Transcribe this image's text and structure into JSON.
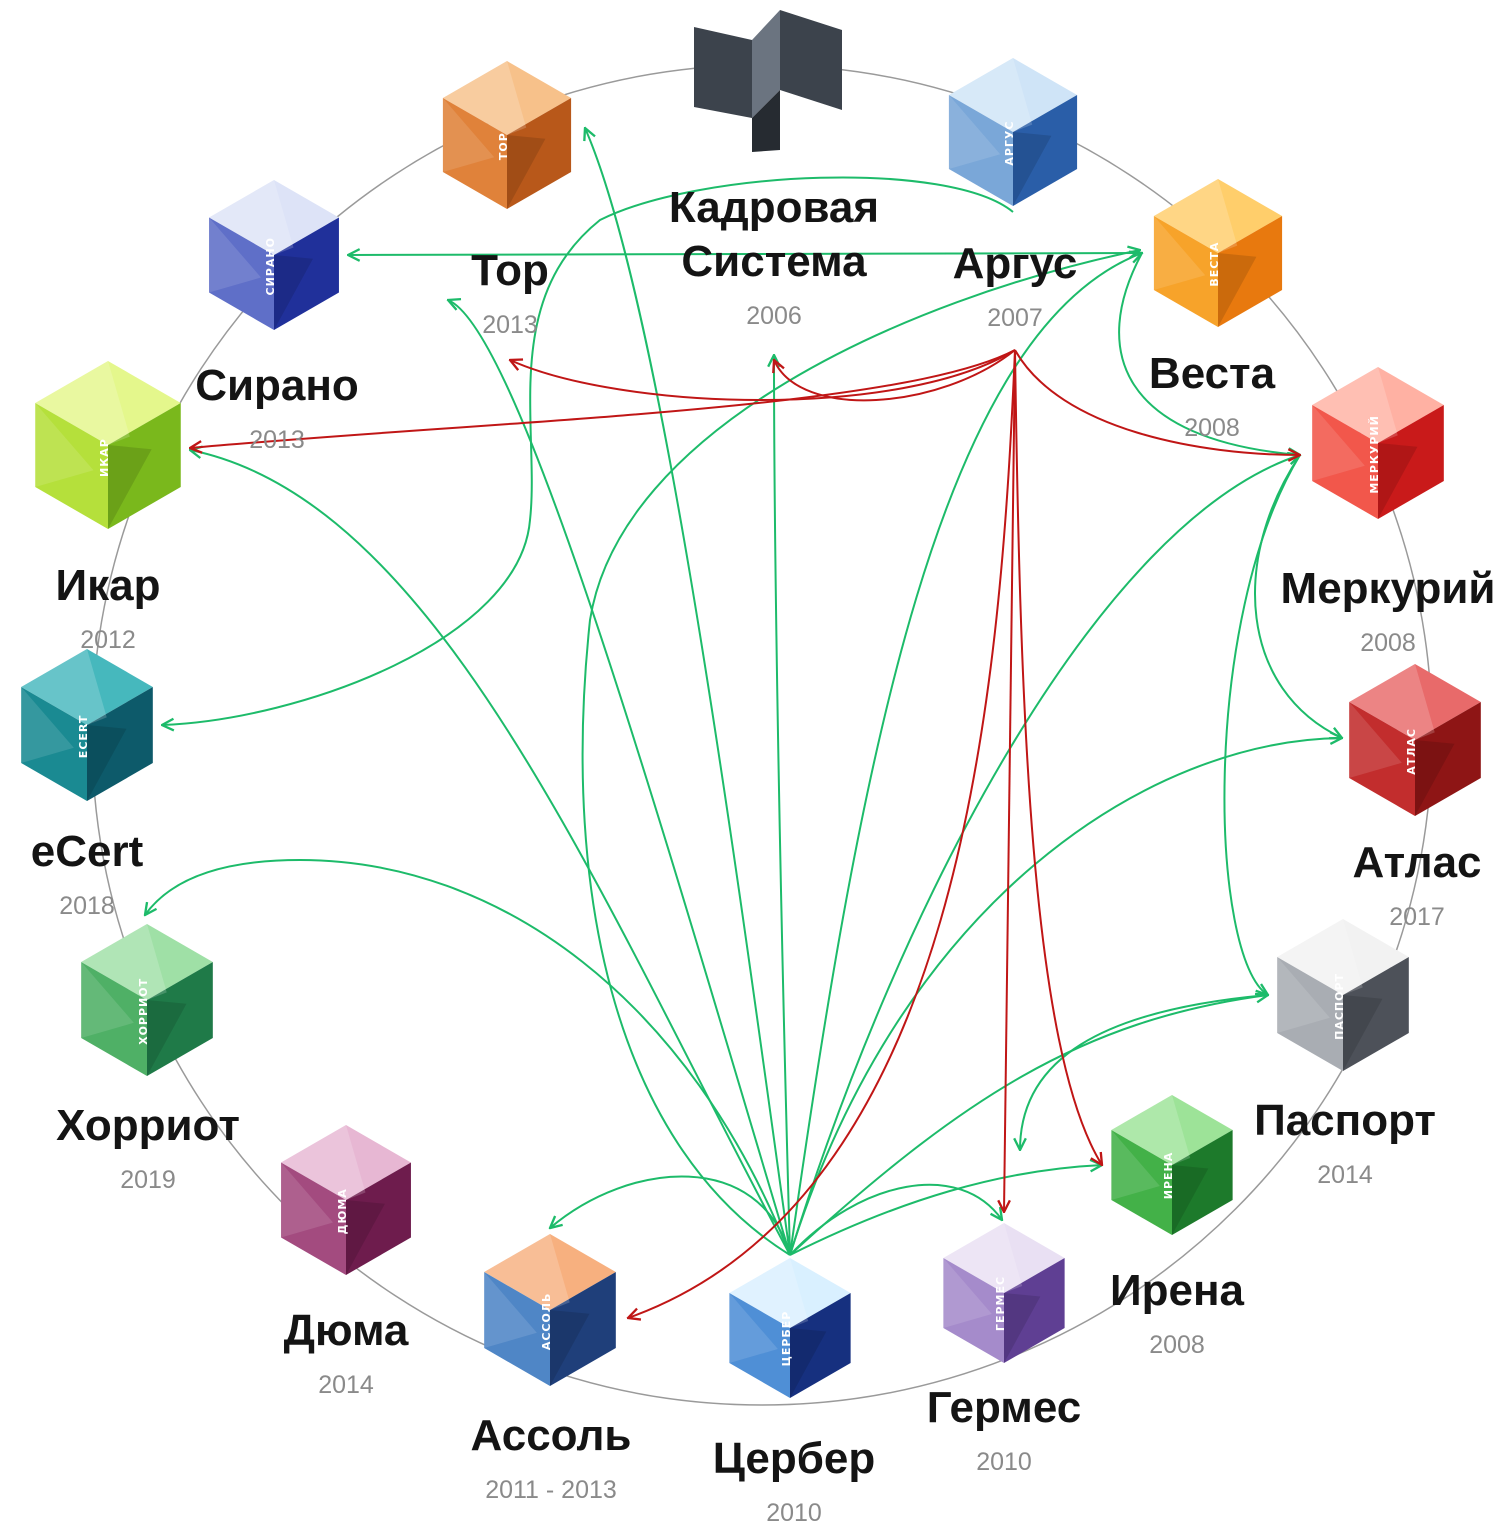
{
  "nodes": [
    {
      "id": "kadrovaya",
      "name_lines": [
        "Кадровая",
        "Система"
      ],
      "year": "2006",
      "cube_text": "",
      "colors": [
        "#6b7480",
        "#3c434c",
        "#262b31"
      ]
    },
    {
      "id": "argus",
      "name_lines": [
        "Аргус"
      ],
      "year": "2007",
      "cube_text": "АРГУС",
      "colors": [
        "#cfe4f7",
        "#7aa7d8",
        "#2a5ea8"
      ]
    },
    {
      "id": "vesta",
      "name_lines": [
        "Веста"
      ],
      "year": "2008",
      "cube_text": "ВЕСТА",
      "colors": [
        "#ffce6b",
        "#f7a32a",
        "#e8790e"
      ]
    },
    {
      "id": "merkuriy",
      "name_lines": [
        "Меркурий"
      ],
      "year": "2008",
      "cube_text": "МЕРКУРИЙ",
      "colors": [
        "#ffb1a3",
        "#f2574b",
        "#c91a1a"
      ]
    },
    {
      "id": "atlas",
      "name_lines": [
        "Атлас"
      ],
      "year": "2017",
      "cube_text": "АТЛАС",
      "colors": [
        "#e86a6a",
        "#c22d2d",
        "#8e1515"
      ]
    },
    {
      "id": "pasport",
      "name_lines": [
        "Паспорт"
      ],
      "year": "2014",
      "cube_text": "ПАСПОРТ",
      "colors": [
        "#f2f2f2",
        "#a9adb3",
        "#4d5159"
      ]
    },
    {
      "id": "irena",
      "name_lines": [
        "Ирена"
      ],
      "year": "2008",
      "cube_text": "ИРЕНА",
      "colors": [
        "#9de398",
        "#43b148",
        "#1d7a2b"
      ]
    },
    {
      "id": "germes",
      "name_lines": [
        "Гермес"
      ],
      "year": "2010",
      "cube_text": "ГЕРМЕС",
      "colors": [
        "#e9e0f3",
        "#a58bcb",
        "#5f3f93"
      ]
    },
    {
      "id": "tserber",
      "name_lines": [
        "Цербер"
      ],
      "year": "2010",
      "cube_text": "ЦЕРБЕР",
      "colors": [
        "#d9f0ff",
        "#4f8fd6",
        "#16307f"
      ]
    },
    {
      "id": "assol",
      "name_lines": [
        "Ассоль"
      ],
      "year": "2011 - 2013",
      "cube_text": "АССОЛЬ",
      "colors": [
        "#f7b07f",
        "#4f86c6",
        "#1f3f7a"
      ]
    },
    {
      "id": "dyuma",
      "name_lines": [
        "Дюма"
      ],
      "year": "2014",
      "cube_text": "ДЮМА",
      "colors": [
        "#e7b7d3",
        "#a34b7f",
        "#6e1c4d"
      ]
    },
    {
      "id": "khorriot",
      "name_lines": [
        "Хорриот"
      ],
      "year": "2019",
      "cube_text": "ХОРРИОТ",
      "colors": [
        "#9fe0a6",
        "#4fb066",
        "#1f7a48"
      ]
    },
    {
      "id": "ecert",
      "name_lines": [
        "eCert"
      ],
      "year": "2018",
      "cube_text": "ECERT",
      "colors": [
        "#46b8bd",
        "#1a8a92",
        "#0d5a6a"
      ]
    },
    {
      "id": "ikar",
      "name_lines": [
        "Икар"
      ],
      "year": "2012",
      "cube_text": "ИКАР",
      "colors": [
        "#e4f78c",
        "#b5e03b",
        "#7ab81c"
      ]
    },
    {
      "id": "sirano",
      "name_lines": [
        "Сирано"
      ],
      "year": "2013",
      "cube_text": "СИРАНО",
      "colors": [
        "#dde3f7",
        "#5f6fc8",
        "#20309a"
      ]
    },
    {
      "id": "tor",
      "name_lines": [
        "Тор"
      ],
      "year": "2013",
      "cube_text": "ТОР",
      "colors": [
        "#f7c18a",
        "#e0823a",
        "#b8581a"
      ]
    }
  ],
  "edge_colors": {
    "green": "#1dbb6a",
    "red": "#c01616"
  },
  "ring_color": "#9a9a9a"
}
